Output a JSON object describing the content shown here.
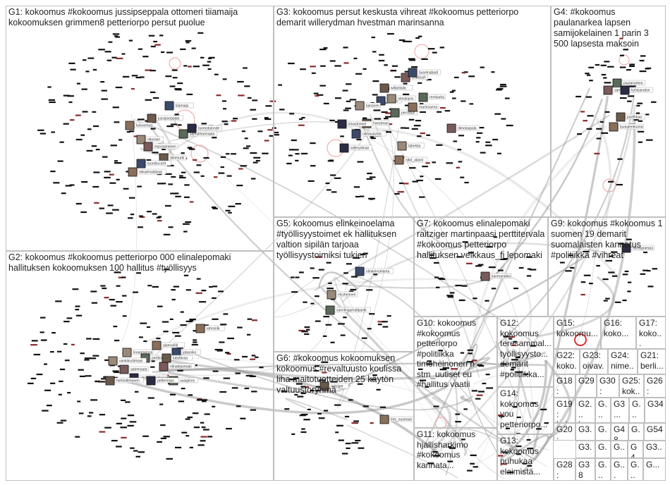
{
  "groups": [
    {
      "id": "G1",
      "label": "G1: kokoomus #kokoomus jussipseppala ottomeri tiiamaija kokoomuksen grimmen8 petteriorpo persut puolue"
    },
    {
      "id": "G2",
      "label": "G2: kokoomus #kokoomus petteriorpo 000 elinalepomaki hallituksen kokoomuksen 100 hallitus #työllisyys"
    },
    {
      "id": "G3",
      "label": "G3: kokoomus persut keskusta vihreat #kokoomus petteriorpo demarit willerydman hvestman marinsanna"
    },
    {
      "id": "G4",
      "label": "G4: #kokoomus paulanarkea lapsen samijokelainen 1 parin 3 500 lapsesta maksoin"
    },
    {
      "id": "G5",
      "label": "G5: kokoomus elinkeinoelama #työllisyystoimet ek hallituksen valtion sipilän tarjoaa työllisyystoimiksi tukien"
    },
    {
      "id": "G6",
      "label": "G6: #kokoomus kokoomuksen kokoomus #revaltuusto koulissa liha maitotuotteiden 25 käytön valtuustoryhmä"
    },
    {
      "id": "G7",
      "label": "G7: kokoomus elinalepomaki raitziger martinpaasi perttitervala #kokoomus petteriorpo hallituksen veikkaus_fi lepomaki"
    },
    {
      "id": "G9",
      "label": "G9: kokoomus #kokoomus 1 suomen 19 demarit suomalaisten kannatus #politiikka #vihreat"
    },
    {
      "id": "G10",
      "label": "G10: kokoomus #kokoomus petteriorpo #politiikka timoheinonen n stm_uutiset eu #hallitus vaatii"
    },
    {
      "id": "G11",
      "label": "G11: kokoomus hjallisharkimo #kokoomus kannata..."
    },
    {
      "id": "G12",
      "label": "G12: kokoomus teresammal... työllisyysto... demarit #politiikka..."
    },
    {
      "id": "G13",
      "label": "G13: kokoomus puhukaa elaimistä..."
    },
    {
      "id": "G14",
      "label": "G14: kokoomus you petteriorpo..."
    },
    {
      "id": "G15",
      "label": "G15: kokoomu..."
    },
    {
      "id": "G16",
      "label": "G16: koko..."
    },
    {
      "id": "G17",
      "label": "G17: koko..."
    },
    {
      "id": "G18",
      "label": "G18: #ko..."
    },
    {
      "id": "G19",
      "label": "G19: kok..."
    },
    {
      "id": "G20",
      "label": "G20: joc..."
    },
    {
      "id": "G21",
      "label": "G21: berli..."
    },
    {
      "id": "G22",
      "label": "G22: koko..."
    },
    {
      "id": "G23",
      "label": "G23: oivav..."
    },
    {
      "id": "G24",
      "label": "G24: nime..."
    },
    {
      "id": "G25",
      "label": "G25: kok..."
    },
    {
      "id": "G26",
      "label": "G26: #ko..."
    },
    {
      "id": "G28",
      "label": "G28: #ko..."
    },
    {
      "id": "G29",
      "label": "G29"
    },
    {
      "id": "G30",
      "label": "G30: kok..."
    },
    {
      "id": "G31",
      "label": "G3..."
    },
    {
      "id": "G32",
      "label": "G2... ko..."
    },
    {
      "id": "G33",
      "label": "G3..."
    },
    {
      "id": "G34",
      "label": "G34"
    },
    {
      "id": "G36",
      "label": "G..."
    },
    {
      "id": "G37",
      "label": "G3..."
    },
    {
      "id": "G38",
      "label": "G38"
    },
    {
      "id": "G39",
      "label": "G..."
    },
    {
      "id": "G40",
      "label": "G..."
    },
    {
      "id": "G41",
      "label": "G..."
    },
    {
      "id": "G42",
      "label": "G..."
    },
    {
      "id": "G43",
      "label": "G..."
    },
    {
      "id": "G44",
      "label": "G4..."
    },
    {
      "id": "G45",
      "label": "G3..."
    },
    {
      "id": "G46",
      "label": "G..."
    },
    {
      "id": "G47",
      "label": "G..."
    },
    {
      "id": "G48",
      "label": "G48"
    },
    {
      "id": "G49",
      "label": "G..."
    },
    {
      "id": "G50",
      "label": "G..."
    },
    {
      "id": "G51",
      "label": "G..."
    },
    {
      "id": "G52",
      "label": "G..."
    },
    {
      "id": "G53",
      "label": "G..."
    },
    {
      "id": "G54",
      "label": "G54"
    },
    {
      "id": "G55",
      "label": "G..."
    }
  ],
  "vertex_labels": [
    "jussipseppala",
    "kokoomus",
    "tiiamaija",
    "ottomeri",
    "samuliharmaala",
    "espoasiminen",
    "tuomotulonde",
    "dimmurki",
    "mikaelvalsbogi",
    "tuomilocicht",
    "lnoanmenos",
    "perttioripo",
    "elinalepomaki",
    "vmansmuukkonen",
    "hehtiottimanen",
    "alamoriliti",
    "jalasoiko",
    "vankikostimaat",
    "uusiginos",
    "aatemaata",
    "petteriorpo",
    "lubsttivaa",
    "iahrsinlk",
    "vihreat",
    "kansnen",
    "persutus",
    "dimolaspala",
    "willerydman",
    "hvestman",
    "marinsanna",
    "nikhausvirta",
    "annokiyos",
    "remkarka",
    "bowitsah",
    "kinastrolvet",
    "willantaila",
    "nikd_alaoni",
    "buselnabadi",
    "tabelsla",
    "paulanarkea",
    "samijokelainen",
    "kyhisanatse",
    "juselhkaa",
    "tuvaulemkuma",
    "elinkeinoelama",
    "elcshennen",
    "sannlingamallpaotk",
    "kanmarakko",
    "nichagrampa",
    "raitziger",
    "tnts_suomaal"
  ],
  "colors": {
    "edge": "#8c8c8c",
    "node": "#111111",
    "brand_red": "#e03030",
    "box_border": "#bfbfbf"
  }
}
